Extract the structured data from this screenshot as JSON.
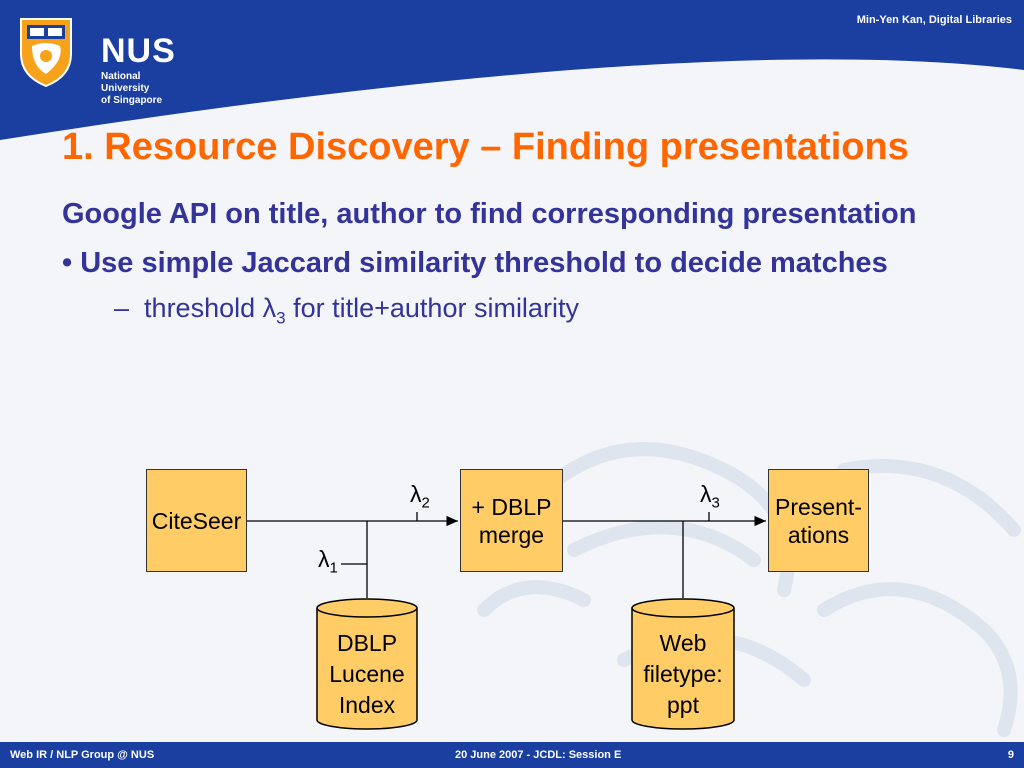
{
  "header": {
    "org_short": "NUS",
    "org_line1": "National University",
    "org_line2": "of Singapore",
    "credit": "Min-Yen Kan, Digital Libraries"
  },
  "slide": {
    "title": "1. Resource Discovery – Finding presentations",
    "bullet1": "Google API on title, author to find corresponding presentation",
    "bullet2": "• Use simple Jaccard similarity threshold to decide matches",
    "sub_bullet_dash": "–",
    "sub_bullet_pre": "threshold λ",
    "sub_bullet_sub": "3",
    "sub_bullet_post": " for title+author similarity"
  },
  "diagram": {
    "citeseer": "CiteSeer",
    "merge_line1": "+ DBLP",
    "merge_line2": "merge",
    "present_line1": "Present-",
    "present_line2": "ations",
    "lambda1": "λ",
    "lambda1_sub": "1",
    "lambda2": "λ",
    "lambda2_sub": "2",
    "lambda3": "λ",
    "lambda3_sub": "3",
    "dblp_line1": "DBLP",
    "dblp_line2": "Lucene",
    "dblp_line3": "Index",
    "web_line1": "Web",
    "web_line2": "filetype:",
    "web_line3": "ppt"
  },
  "footer": {
    "left": "Web IR / NLP Group @ NUS",
    "center": "20 June 2007 - JCDL: Session E",
    "page": "9"
  },
  "colors": {
    "header_blue": "#1b3fa0",
    "title_orange": "#ff6600",
    "text_navy": "#333399",
    "box_fill": "#ffcc66"
  }
}
